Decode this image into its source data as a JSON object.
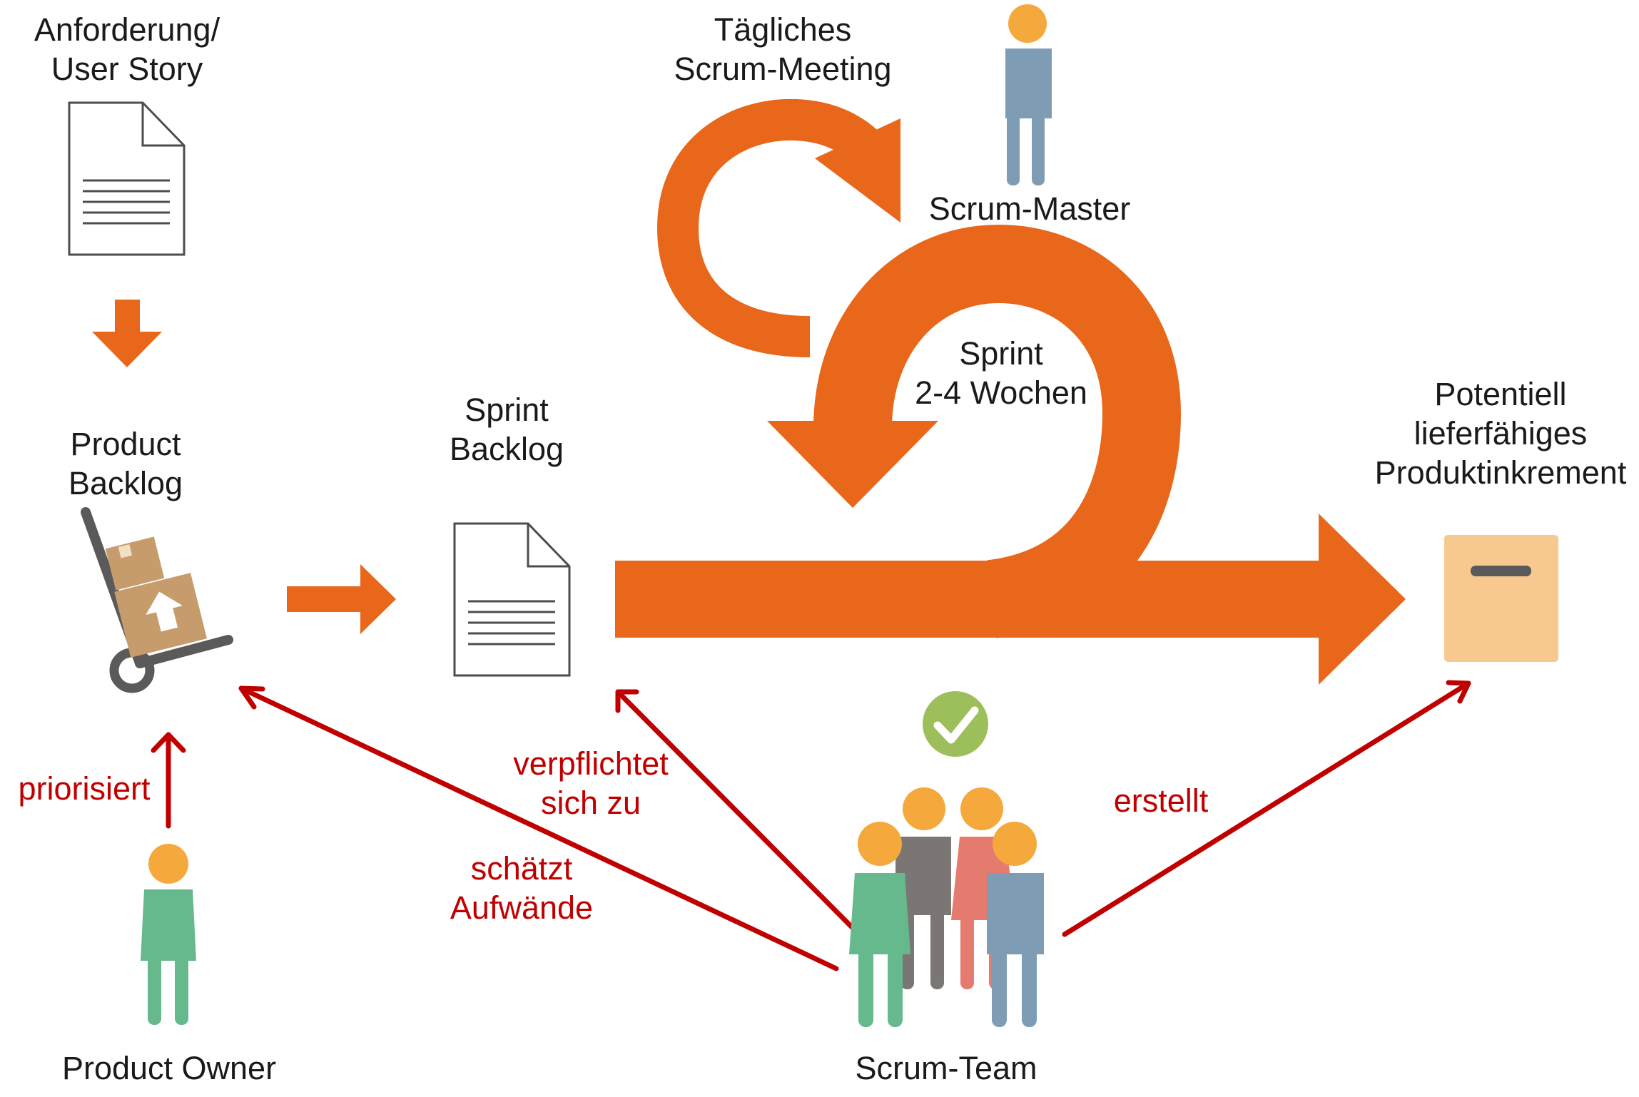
{
  "colors": {
    "orange": "#e8671a",
    "red_arrow": "#c00000",
    "doc_stroke": "#4d4d4d",
    "person_orange_head": "#f5a83b",
    "master_body": "#7e9db5",
    "owner_body": "#65b98d",
    "team_gray": "#7b7673",
    "team_pink": "#e57b6e",
    "team_blue": "#7e9db5",
    "check_green": "#9cbf5c",
    "box_peach": "#f7c98e",
    "box_brown": "#c69c6d",
    "cart_gray": "#5a5a5a"
  },
  "icons": {
    "user_story": "document-icon",
    "sprint_backlog": "document-icon",
    "product_backlog": "hand-truck-boxes-icon",
    "increment": "box-icon",
    "scrum_master": "person-icon",
    "product_owner": "person-icon",
    "scrum_team": "group-of-people-icon",
    "done": "checkmark-circle-icon"
  },
  "labels": {
    "user_story": [
      "Anforderung/",
      "User Story"
    ],
    "product_backlog": [
      "Product",
      "Backlog"
    ],
    "sprint_backlog": [
      "Sprint",
      "Backlog"
    ],
    "daily_meeting": [
      "Tägliches",
      "Scrum-Meeting"
    ],
    "scrum_master": [
      "Scrum-Master"
    ],
    "sprint": [
      "Sprint",
      "2-4 Wochen"
    ],
    "increment": [
      "Potentiell",
      "lieferfähiges",
      "Produktinkrement"
    ],
    "product_owner": [
      "Product Owner"
    ],
    "scrum_team": [
      "Scrum-Team"
    ]
  },
  "relations": {
    "prioritizes": [
      "priorisiert"
    ],
    "estimates": [
      "schätzt",
      "Aufwände"
    ],
    "commits": [
      "verpflichtet",
      "sich zu"
    ],
    "creates": [
      "erstellt"
    ]
  }
}
